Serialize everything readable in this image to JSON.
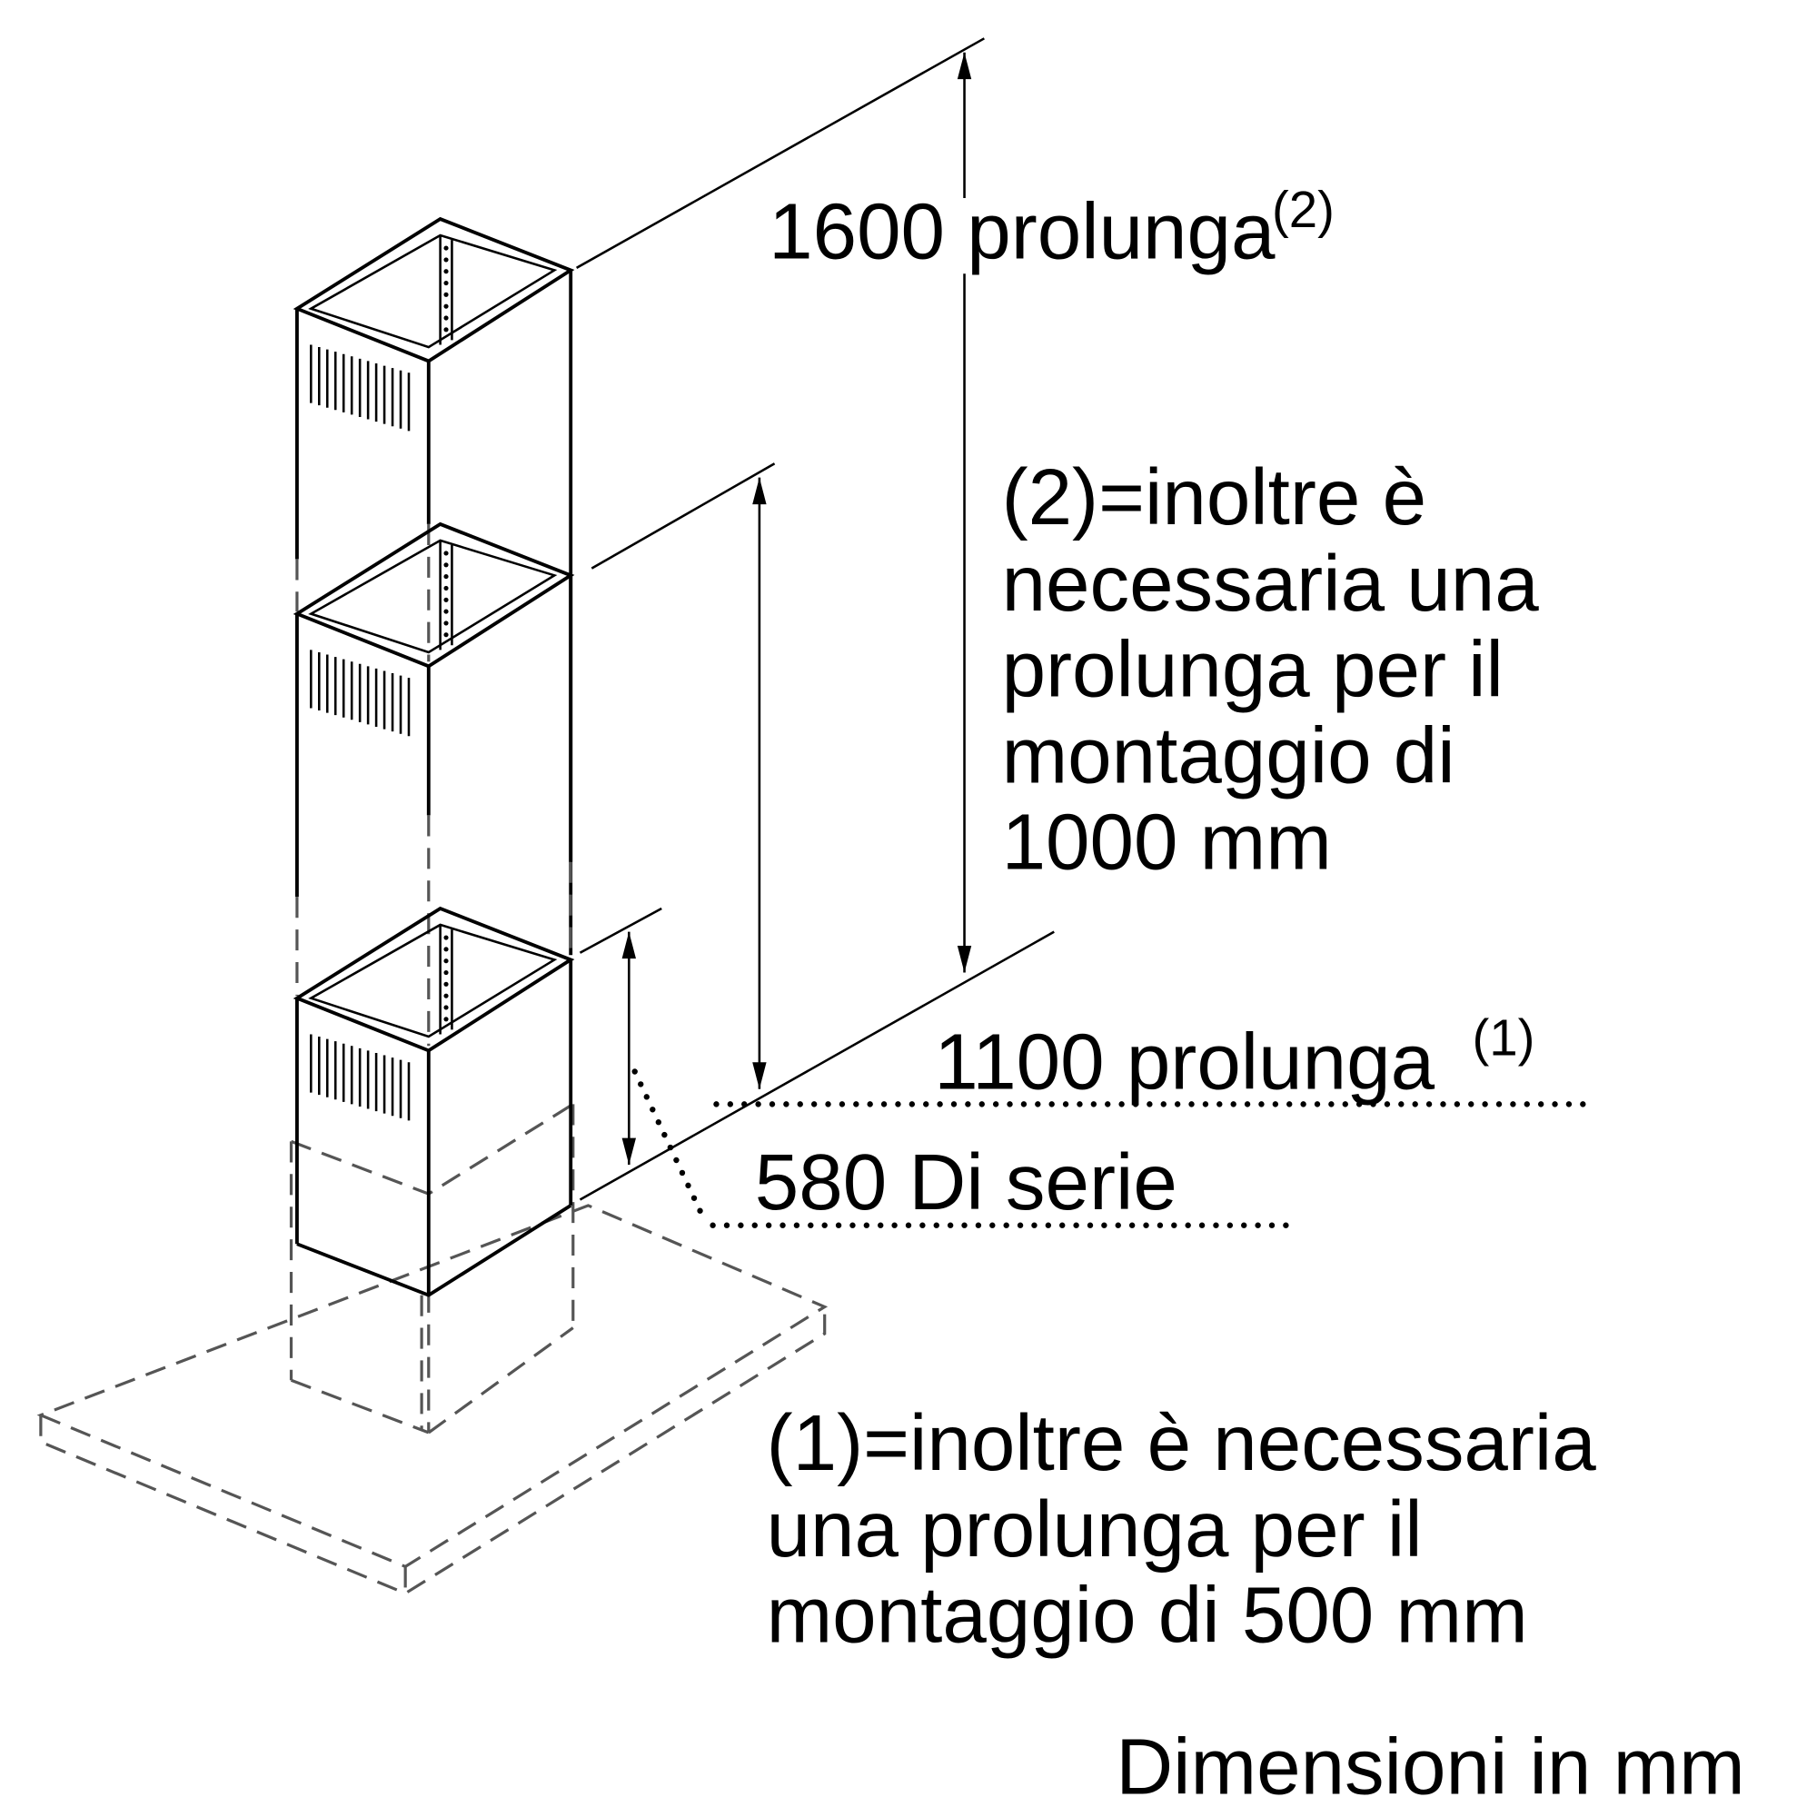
{
  "labels": {
    "dim_1600": "1600 prolunga",
    "dim_1600_note": "(2)",
    "note_2": [
      "(2)=inoltre è",
      "necessaria una",
      "prolunga per il",
      "montaggio di",
      "1000 mm"
    ],
    "dim_1100": "1100 prolunga",
    "dim_1100_note": "(1)",
    "dim_580": "580 Di serie",
    "note_1": [
      "(1)=inoltre è necessaria",
      "una prolunga per il",
      "montaggio di 500 mm"
    ],
    "units": "Dimensioni in mm"
  }
}
